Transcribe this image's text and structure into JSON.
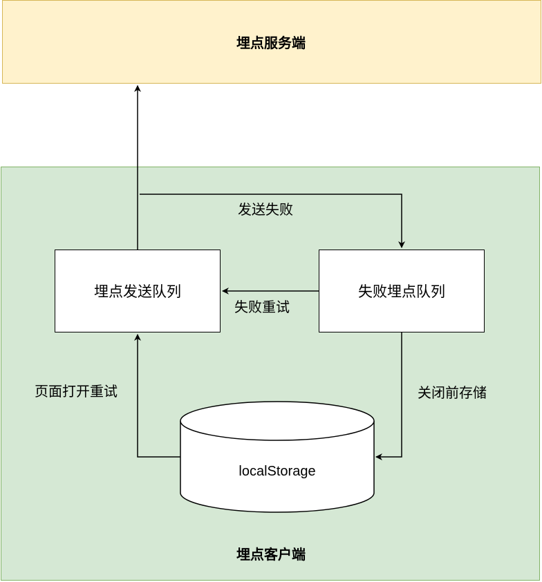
{
  "server_zone": {
    "title": "埋点服务端"
  },
  "client_zone": {
    "title": "埋点客户端"
  },
  "nodes": {
    "send_queue": "埋点发送队列",
    "fail_queue": "失败埋点队列",
    "storage": "localStorage"
  },
  "edges": {
    "send_fail": "发送失败",
    "fail_retry": "失败重试",
    "page_open_retry": "页面打开重试",
    "close_save": "关闭前存储"
  },
  "colors": {
    "server_fill": "#fff2cc",
    "server_stroke": "#d6b656",
    "client_fill": "#d5e8d4",
    "client_stroke": "#82b366"
  }
}
